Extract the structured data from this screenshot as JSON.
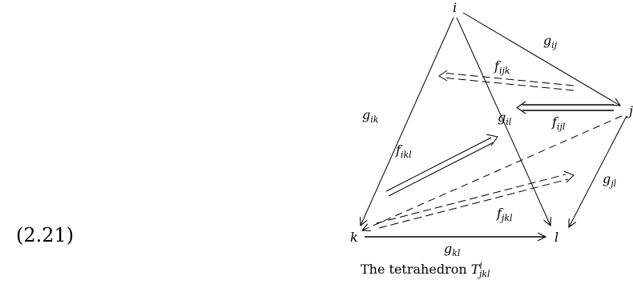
{
  "equation_number": "(2.21)",
  "vertices": {
    "i": "i",
    "j": "j",
    "k": "k",
    "l": "l"
  },
  "edges": {
    "g_ij": {
      "base": "g",
      "sub": "ij"
    },
    "g_ik": {
      "base": "g",
      "sub": "ik"
    },
    "g_il": {
      "base": "g",
      "sub": "il"
    },
    "g_jl": {
      "base": "g",
      "sub": "jl"
    },
    "g_kl": {
      "base": "g",
      "sub": "kl"
    }
  },
  "faces": {
    "f_ijk": {
      "base": "f",
      "sub": "ijk"
    },
    "f_ijl": {
      "base": "f",
      "sub": "ijl"
    },
    "f_ikl": {
      "base": "f",
      "sub": "ikl"
    },
    "f_jkl": {
      "base": "f",
      "sub": "jkl"
    }
  },
  "caption": {
    "text": "The   tetrahedron",
    "symbol": "T",
    "superscript": "i",
    "subscript": "jkl"
  }
}
